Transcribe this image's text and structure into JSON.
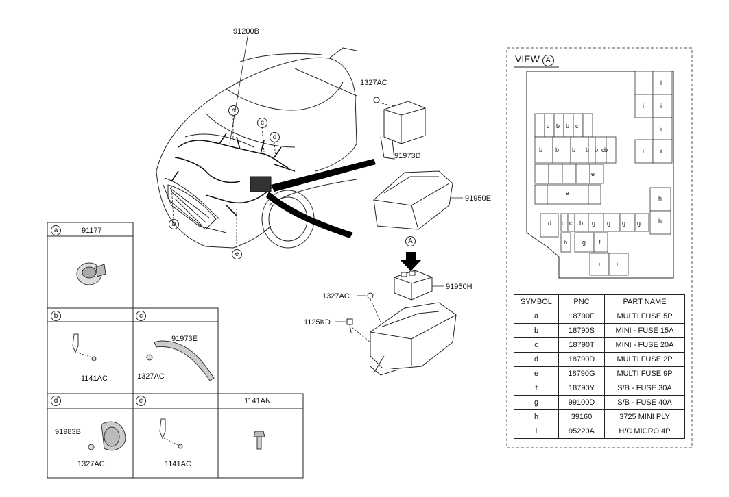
{
  "main_labels": {
    "harness": "91200B",
    "bolt_top": "1327AC",
    "bracket": "91973D",
    "cover": "91950E",
    "fusebox_top": "91950H",
    "nut_mid": "1327AC",
    "bolt_mid": "1125KD",
    "view_marker": "A"
  },
  "callouts": [
    "a",
    "b",
    "c",
    "d",
    "e"
  ],
  "grid_cells": {
    "a": {
      "letter": "a",
      "part": "91177"
    },
    "b": {
      "letter": "b",
      "part1": "1141AC"
    },
    "c": {
      "letter": "c",
      "part1": "91973E",
      "part2": "1327AC"
    },
    "d": {
      "letter": "d",
      "part1": "91983B",
      "part2": "1327AC"
    },
    "e": {
      "letter": "e",
      "part1": "1141AC"
    },
    "f": {
      "title": "1141AN"
    }
  },
  "view": {
    "title": "VIEW",
    "marker": "A",
    "fuse_labels": [
      "c",
      "b",
      "b",
      "c",
      "b",
      "b",
      "b",
      "b",
      "b",
      "b",
      "c",
      "e",
      "a",
      "d",
      "c",
      "c",
      "b",
      "g",
      "g",
      "g",
      "g",
      "b",
      "g",
      "f",
      "i",
      "i",
      "i",
      "i",
      "i",
      "i",
      "i",
      "i",
      "i",
      "h",
      "h"
    ]
  },
  "table": {
    "headers": [
      "SYMBOL",
      "PNC",
      "PART NAME"
    ],
    "rows": [
      [
        "a",
        "18790F",
        "MULTI FUSE 5P"
      ],
      [
        "b",
        "18790S",
        "MINI - FUSE 15A"
      ],
      [
        "c",
        "18790T",
        "MINI - FUSE 20A"
      ],
      [
        "d",
        "18790D",
        "MULTI FUSE 2P"
      ],
      [
        "e",
        "18790G",
        "MULTI FUSE 9P"
      ],
      [
        "f",
        "18790Y",
        "S/B - FUSE 30A"
      ],
      [
        "g",
        "99100D",
        "S/B - FUSE 40A"
      ],
      [
        "h",
        "39160",
        "3725 MINI PLY"
      ],
      [
        "i",
        "95220A",
        "H/C MICRO 4P"
      ]
    ]
  }
}
